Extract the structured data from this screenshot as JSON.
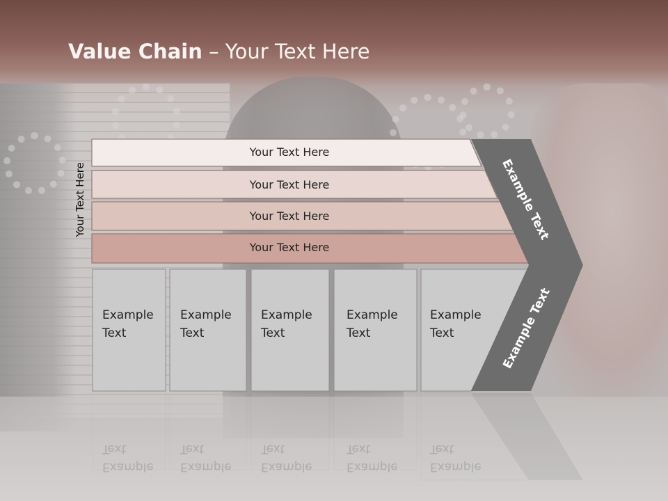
{
  "slide": {
    "title_bold": "Value Chain",
    "title_rest": " – Your Text Here",
    "vertical_label": "Your Text Here",
    "bands": [
      "Your Text Here",
      "Your Text Here",
      "Your Text Here",
      "Your Text Here"
    ],
    "columns": [
      {
        "line1": "Example",
        "line2": "Text"
      },
      {
        "line1": "Example",
        "line2": "Text"
      },
      {
        "line1": "Example",
        "line2": "Text"
      },
      {
        "line1": "Example",
        "line2": "Text"
      },
      {
        "line1": "Example",
        "line2": "Text"
      }
    ],
    "chevron_upper": "Example Text",
    "chevron_lower": "Example Text"
  },
  "colors": {
    "header": "#7a5049",
    "band1": "#f4ecea",
    "band2": "#e7d6d2",
    "band3": "#dcc3bc",
    "band4": "#cca49b",
    "column": "#cbcbcb",
    "chevron": "#6d6d6d"
  }
}
